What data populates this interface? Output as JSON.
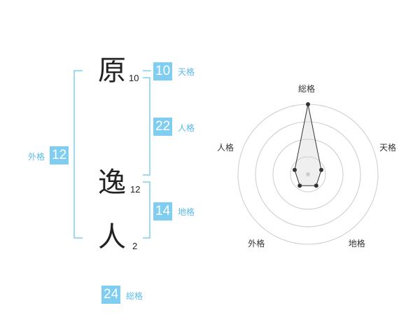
{
  "name_chars": [
    {
      "char": "原",
      "strokes": "10"
    },
    {
      "char": "逸",
      "strokes": "12"
    },
    {
      "char": "人",
      "strokes": "2"
    }
  ],
  "kaku": {
    "tenkaku": {
      "value": "10",
      "label": "天格"
    },
    "jinkaku": {
      "value": "22",
      "label": "人格"
    },
    "chikaku": {
      "value": "14",
      "label": "地格"
    },
    "gaikaku": {
      "value": "12",
      "label": "外格"
    },
    "soukaku": {
      "value": "24",
      "label": "総格"
    }
  },
  "colors": {
    "accent": "#7fcef2",
    "accent_text": "#5bbbe8",
    "bracket": "#7fcef2",
    "ring": "#cccccc"
  },
  "chart_data": {
    "type": "radar",
    "axes": [
      "総格",
      "天格",
      "地格",
      "外格",
      "人格"
    ],
    "values": [
      5,
      1,
      1,
      1,
      1
    ],
    "max": 5,
    "rings": 4
  }
}
